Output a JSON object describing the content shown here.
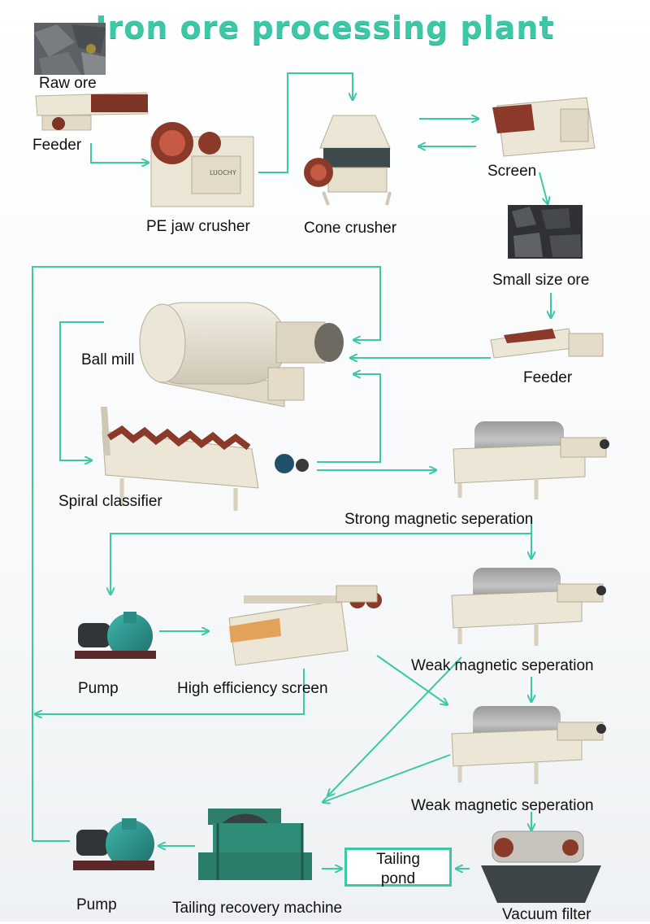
{
  "title": "Iron ore processing plant",
  "colors": {
    "accent": "#3cc8a6",
    "arrow": "#3cc8a6",
    "machine": "#ece6d6",
    "rust": "#8b3a2a"
  },
  "labels": {
    "raw_ore": "Raw ore",
    "feeder_top": "Feeder",
    "jaw_crusher": "PE jaw crusher",
    "cone_crusher": "Cone crusher",
    "screen": "Screen",
    "small_ore": "Small size ore",
    "feeder_mid": "Feeder",
    "ball_mill": "Ball mill",
    "spiral_classifier": "Spiral classifier",
    "strong_magnetic": "Strong magnetic seperation",
    "pump_mid": "Pump",
    "high_eff_screen": "High efficiency screen",
    "weak_magnetic_1": "Weak magnetic seperation",
    "weak_magnetic_2": "Weak magnetic seperation",
    "pump_bottom": "Pump",
    "tailing_recovery": "Tailing recovery machine",
    "tailing_pond": "Tailing pond",
    "vacuum_filter": "Vacuum filter"
  }
}
